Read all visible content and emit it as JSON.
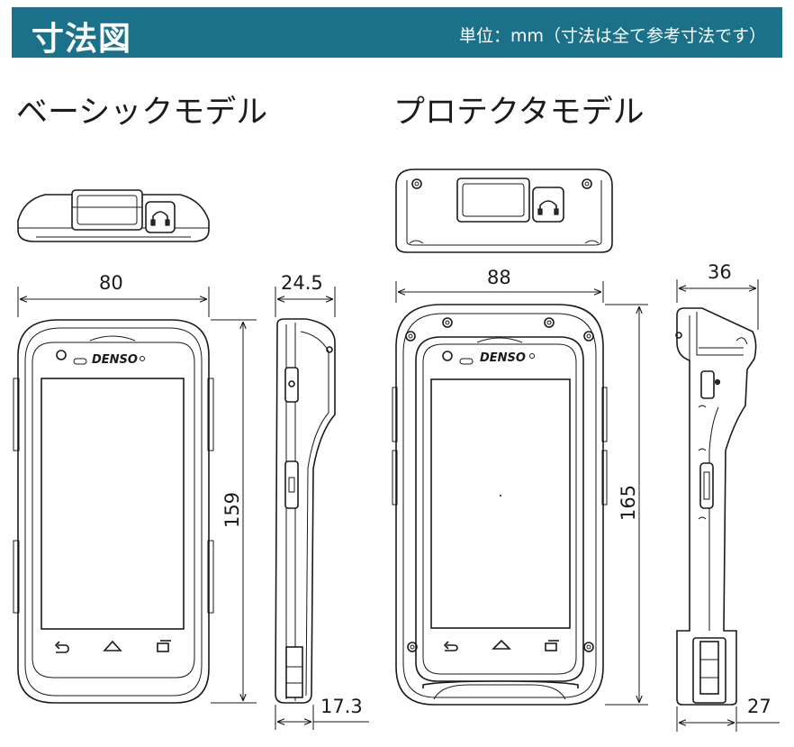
{
  "header": {
    "title": "寸法図",
    "unit_note": "単位：mm（寸法は全て参考寸法です）",
    "background_color": "#1a7189"
  },
  "models": {
    "basic": {
      "title": "ベーシックモデル"
    },
    "protector": {
      "title": "プロテクタモデル"
    }
  },
  "brand": {
    "logo_text": "DENSO"
  },
  "dimensions": {
    "basic_width": "80",
    "basic_depth": "24.5",
    "basic_height": "159",
    "basic_bottom_depth": "17.3",
    "protector_width": "88",
    "protector_depth": "36",
    "protector_height": "165",
    "protector_bottom_depth": "27"
  },
  "icons": [
    "back-icon",
    "home-icon",
    "recent-apps-icon",
    "headphone-icon"
  ]
}
